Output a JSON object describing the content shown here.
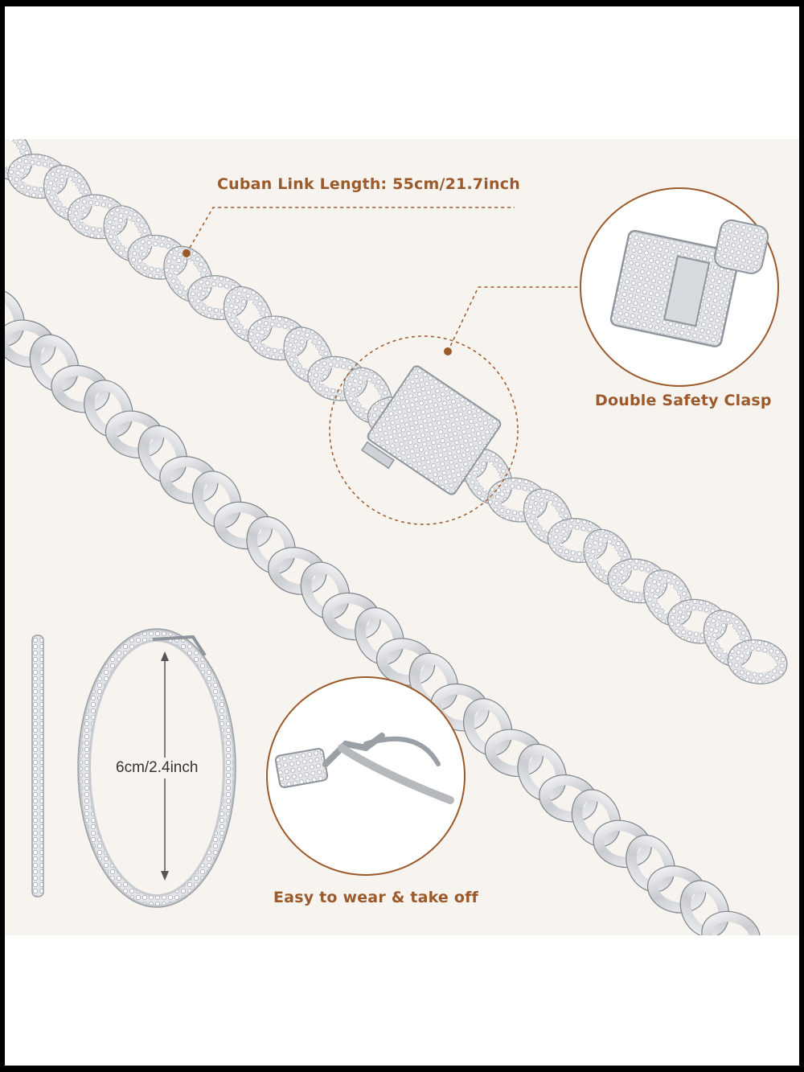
{
  "callouts": {
    "length": "Cuban Link Length: 55cm/21.7inch",
    "clasp": "Double Safety Clasp",
    "wear": "Easy to wear & take off"
  },
  "earring": {
    "diameter": "6cm/2.4inch"
  },
  "colors": {
    "accent": "#9b5a2c",
    "background": "#f7f3ee",
    "silver": "#d9dbde"
  }
}
